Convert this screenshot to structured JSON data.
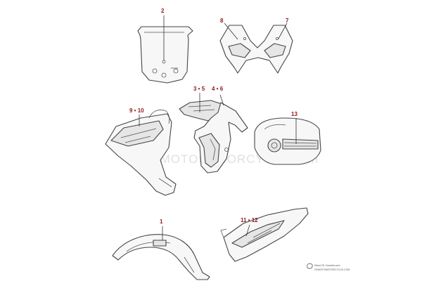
{
  "callouts": {
    "windscreen": "2",
    "headlight_cover_left": "8",
    "headlight_cover_right": "7",
    "upper_inner_panel": "3 • 5",
    "side_cover": "4 • 6",
    "side_fairing": "9 • 10",
    "fuel_tank": "13",
    "front_fender": "1",
    "belly_pan": "11 • 12"
  },
  "watermark": "CEMOTOMOTORCYCLE.com",
  "footer": {
    "line1": "Www.CE-Yamaha.com",
    "line2": "CEMOTOMOTORCYCLE.COM"
  },
  "colors": {
    "callout": "#8b1a1a",
    "outline": "#444444"
  }
}
